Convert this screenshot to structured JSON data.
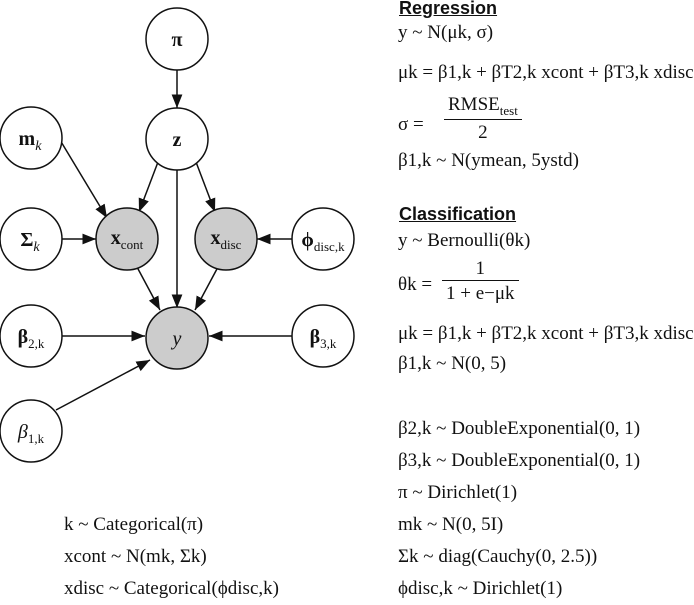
{
  "graph": {
    "nodes": {
      "pi": "π",
      "z": "z",
      "m": "m",
      "m_sub": "k",
      "sigma_cov": "Σ",
      "sigma_cov_sub": "k",
      "x_cont": "x",
      "x_cont_sub": "cont",
      "x_disc": "x",
      "x_disc_sub": "disc",
      "phi": "ϕ",
      "phi_sub": "disc,k",
      "beta2": "β",
      "beta2_sub": "2,k",
      "y": "y",
      "beta3": "β",
      "beta3_sub": "3,k",
      "beta1": "β",
      "beta1_sub": "1,k"
    },
    "observed_fill": "#cccccc",
    "latent_fill": "#ffffff"
  },
  "regression": {
    "heading": "Regression",
    "eq1": "y ~ N(μk, σ)",
    "eq2": "μk = β1,k + βT2,k xcont + βT3,k xdisc",
    "eq3_lhs": "σ =",
    "eq3_num": "RMSE",
    "eq3_num_sub": "test",
    "eq3_den": "2",
    "eq4": "β1,k ~ N(ymean, 5ystd)"
  },
  "classification": {
    "heading": "Classification",
    "eq1": "y ~ Bernoulli(θk)",
    "eq2_lhs": "θk =",
    "eq2_num": "1",
    "eq2_den": "1 + e−μk",
    "eq3": "μk = β1,k + βT2,k xcont + βT3,k xdisc",
    "eq4": "β1,k ~ N(0, 5)"
  },
  "priors": [
    "β2,k ~ DoubleExponential(0, 1)",
    "β3,k ~ DoubleExponential(0, 1)",
    "π ~ Dirichlet(1)",
    "mk ~ N(0, 5I)",
    "Σk ~ diag(Cauchy(0, 2.5))",
    "ϕdisc,k ~ Dirichlet(1)"
  ],
  "bottom": [
    "k ~ Categorical(π)",
    "xcont ~ N(mk, Σk)",
    "xdisc ~ Categorical(ϕdisc,k)"
  ]
}
